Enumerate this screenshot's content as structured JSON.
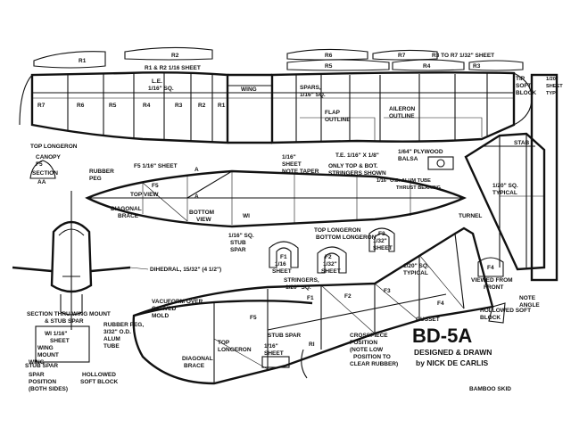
{
  "title": "BD-5A",
  "credit_line1": "DESIGNED & DRAWN",
  "credit_line2": "by NICK DE CARLIS",
  "bamboo_skid": "BAMBOO SKID",
  "ribs": {
    "r1": "R1",
    "r2": "R2",
    "r3": "R3",
    "r4": "R4",
    "r5": "R5",
    "r6": "R6",
    "r7": "R7",
    "r1_r2": "R1 & R2 1/16 SHEET",
    "r3_r7": "R3 TO R7 1/32\" SHEET"
  },
  "wing": {
    "label": "WING",
    "le1": "L.E.",
    "le2": "1/16\" SQ.",
    "spars1": "SPARS,",
    "spars2": "1/16\" SQ.",
    "flap1": "FLAP",
    "flap2": "OUTLINE",
    "aileron1": "AILERON",
    "aileron2": "OUTLINE",
    "tip1": "TIP",
    "tip2": "SOFT",
    "tip3": "BLOCK",
    "te": "T.E. 1/16\" X 1/8\""
  },
  "fin": {
    "sheet1": "1/20\"",
    "sheet2": "SHEET",
    "sheet3": "TYP",
    "stab": "STAB",
    "sq1": "1/20\" SQ.",
    "sq2": "TYPICAL",
    "turnel": "TURNEL"
  },
  "top_view": {
    "top_longeron": "TOP LONGERON",
    "canopy": "CANOPY",
    "f5": "F5",
    "section": "SECTION",
    "aa": "AA",
    "rubber1": "RUBBER",
    "rubber2": "PEG",
    "f5_sheet": "F5 1/16\" SHEET",
    "a1": "A",
    "a2": "A",
    "top_view": "TOP VIEW",
    "diag1": "DIAGONAL",
    "diag2": "BRACE",
    "bottom1": "BOTTOM",
    "bottom2": "VIEW",
    "wi": "WI",
    "sheet1": "1/16\"",
    "sheet2": "SHEET",
    "sheet3": "NOTE TAPER",
    "only1": "ONLY TOP & BOT.",
    "only2": "STRINGERS SHOWN",
    "ply1": "1/64\" PLYWOOD",
    "ply2": "BALSA",
    "alum1": "1/16\" O.D. ALUM TUBE",
    "alum2": "THRUST BEARING",
    "longeron1": "TOP LONGERON",
    "longeron2": "BOTTOM LONGERON",
    "stub1": "1/16\" SQ.",
    "stub2": "STUB",
    "stub3": "SPAR"
  },
  "formers": {
    "f1": "F1",
    "f1b": "1/16",
    "f1c": "SHEET",
    "f2": "F2",
    "f2b": "1/32\"",
    "f2c": "SHEET",
    "f3": "F3",
    "f3b": "1/32\"",
    "f3c": "SHEET",
    "f4": "F4",
    "viewed1": "VIEWED FROM",
    "viewed2": "FRONT"
  },
  "front_view": {
    "dihedral": "DIHEDRAL, 15/32\" (4 1/2\")",
    "section1": "SECTION THRU WING MOUNT",
    "section2": "& STUB SPAR",
    "wi1": "WI 1/16\"",
    "wi2": "SHEET",
    "wing_mount1": "WING",
    "wing_mount2": "MOUNT",
    "stub_spar": "STUB SPAR",
    "wsp1": "WING",
    "wsp2": "SPAR",
    "wsp3": "POSITION",
    "wsp4": "(BOTH SIDES)",
    "rpeg1": "RUBBER PEG,",
    "rpeg2": "3/32\" O.D.",
    "rpeg3": "ALUM",
    "rpeg4": "TUBE",
    "hollow1": "HOLLOWED",
    "hollow2": "SOFT BLOCK"
  },
  "side_view": {
    "vac1": "VACUFORM OVER",
    "vac2": "CARVED",
    "vac3": "MOLD",
    "stringers1": "STRINGERS,",
    "stringers2": "1/20\" SQ.",
    "f1": "F1",
    "f2": "F2",
    "f3": "F3",
    "f4": "F4",
    "f5": "F5",
    "sq1": "1/20\" SQ.",
    "sq2": "TYPICAL",
    "gusset": "GUSSET",
    "stub_spar": "STUB SPAR",
    "top_longeron1": "TOP",
    "top_longeron2": "LONGERON",
    "sheet1": "1/16\"",
    "sheet2": "SHEET",
    "diag1": "DIAGONAL",
    "diag2": "BRACE",
    "cross1": "CROSSPIECE",
    "cross2": "POSITION",
    "cross3": "(NOTE LOW",
    "cross4": "POSITION TO",
    "cross5": "CLEAR RUBBER)",
    "ri": "RI",
    "note1": "NOTE",
    "note2": "ANGLE",
    "hollow1": "HOLLOWED SOFT",
    "hollow2": "BLOCK"
  }
}
